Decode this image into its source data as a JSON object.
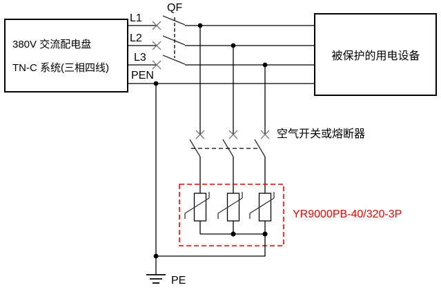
{
  "panel_box": {
    "line1": "380V 交流配电盘",
    "line2": "TN-C 系统(三相四线)"
  },
  "load_box": {
    "label": "被保护的用电设备"
  },
  "conductors": {
    "l1": "L1",
    "l2": "L2",
    "l3": "L3",
    "pen": "PEN",
    "pe": "PE"
  },
  "breaker": {
    "label": "QF"
  },
  "protection": {
    "label": "空气开关或熔断器"
  },
  "spd": {
    "model": "YR9000PB-40/320-3P",
    "highlight_color": "#ff0000"
  },
  "colors": {
    "wire": "#000000",
    "contact_mark": "#777777",
    "blade": "#333333",
    "background": "#ffffff"
  }
}
